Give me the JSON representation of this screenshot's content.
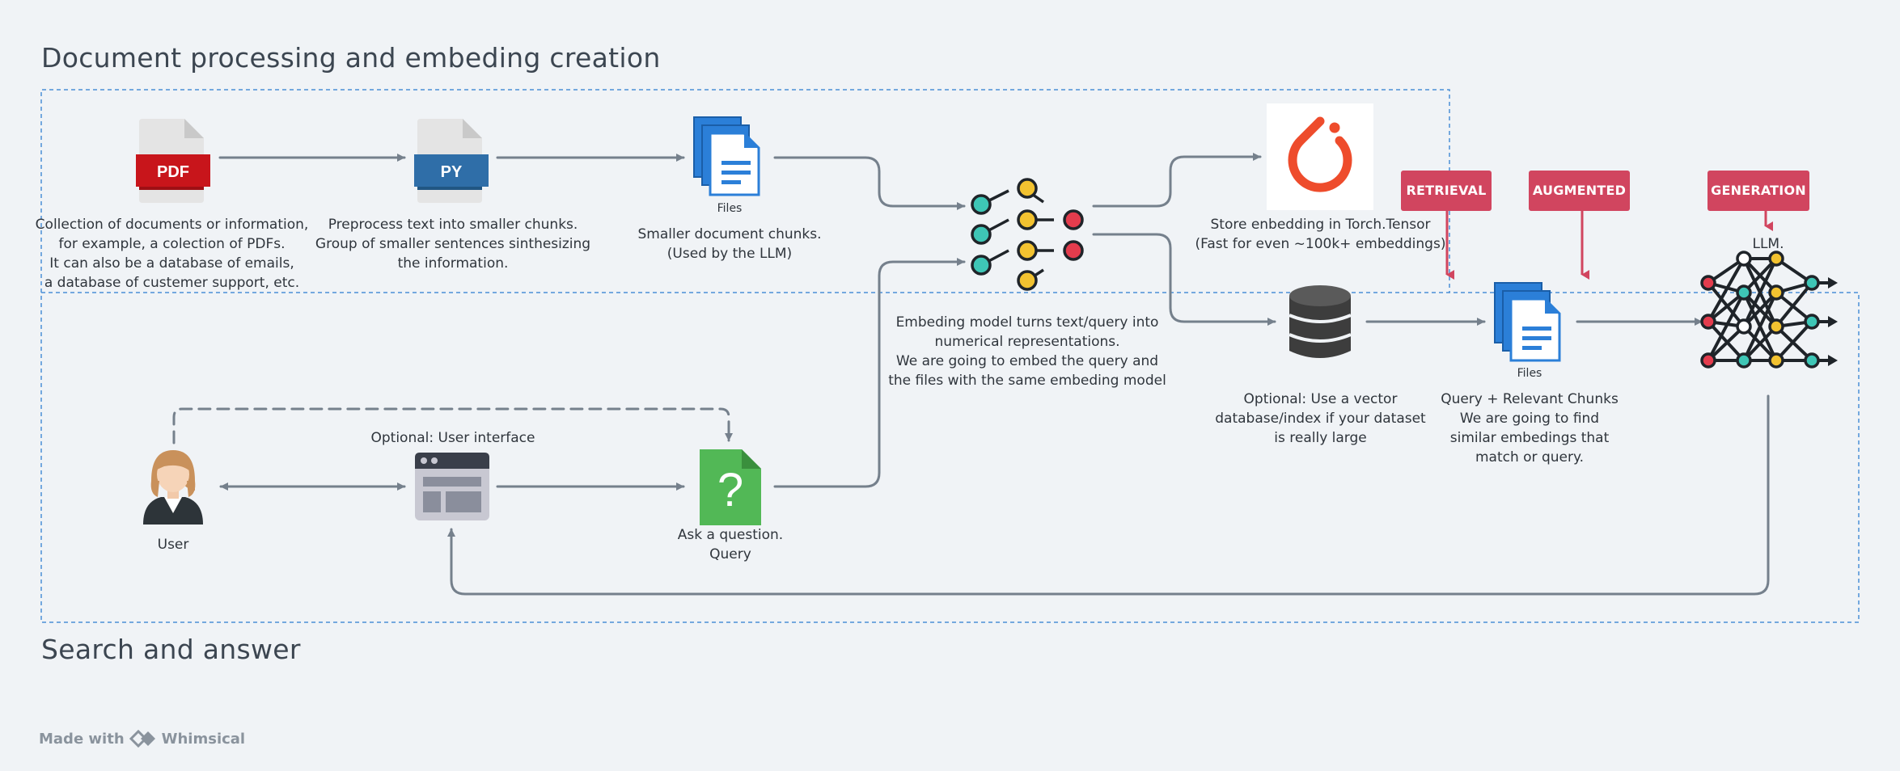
{
  "sections": {
    "top_title": "Document processing and embeding creation",
    "bottom_title": "Search and answer"
  },
  "nodes": {
    "pdf": {
      "icon": "pdf-file-icon",
      "icon_label": "PDF",
      "caption": "Collection of documents or information,\nfor example, a colection of PDFs.\nIt can also be a database of emails,\na database of custemer support, etc."
    },
    "py": {
      "icon": "python-file-icon",
      "icon_label": "PY",
      "caption": "Preprocess text into smaller chunks.\nGroup of smaller sentences sinthesizing\nthe information."
    },
    "chunks": {
      "icon": "files-icon",
      "icon_label": "Files",
      "caption": "Smaller document chunks.\n(Used by the LLM)"
    },
    "embedding": {
      "icon": "neural-network-icon",
      "caption": "Embeding model turns text/query into\nnumerical representations.\nWe are going to embed the query and\nthe files with the same embeding model"
    },
    "torch": {
      "icon": "pytorch-logo",
      "caption": "Store enbedding in Torch.Tensor\n(Fast for even ~100k+ embeddings)"
    },
    "vector_db": {
      "icon": "database-icon",
      "caption": "Optional: Use a vector\ndatabase/index if your dataset\nis really large"
    },
    "relevant": {
      "icon": "files-icon",
      "icon_label": "Files",
      "caption": "Query + Relevant Chunks\nWe are going to find\nsimilar embedings that\nmatch or query."
    },
    "llm": {
      "icon": "llm-network-icon",
      "caption": "LLM."
    },
    "user": {
      "icon": "user-icon",
      "caption": "User"
    },
    "ui": {
      "icon": "browser-window-icon",
      "caption": "Optional: User interface"
    },
    "query": {
      "icon": "question-file-icon",
      "icon_label": "?",
      "caption": "Ask a question.\nQuery"
    }
  },
  "badges": {
    "retrieval": "RETRIEVAL",
    "augmented": "AUGMENTED",
    "generation": "GENERATION"
  },
  "colors": {
    "background": "#f0f3f6",
    "arrow": "#75808c",
    "section_border": "#4a8fd6",
    "badge": "#d1455f",
    "pdf_red": "#c8151b",
    "py_blue": "#2f6ea8",
    "files_blue": "#2b7fd8",
    "question_green": "#52b856",
    "torch_orange": "#ee4c2c"
  },
  "footer": {
    "made_with": "Made with",
    "brand": "Whimsical"
  }
}
